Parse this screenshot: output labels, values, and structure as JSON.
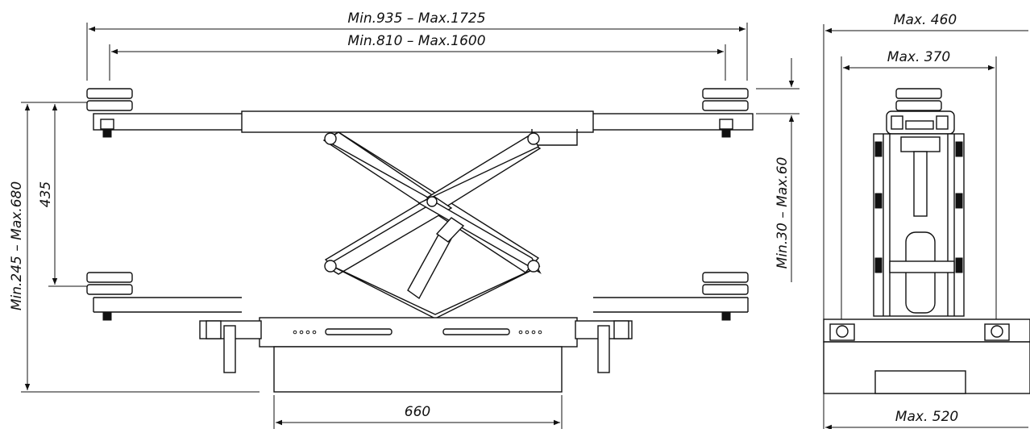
{
  "drawing": {
    "side_view": {
      "outer_width": "Min.935  –  Max.1725",
      "inner_width": "Min.810  –  Max.1600",
      "pad_height": "435",
      "total_height": "Min.245  –  Max.680",
      "base_width": "660",
      "pad_offset": "Min.30  –  Max.60"
    },
    "end_view": {
      "top_outer": "Max.  460",
      "top_inner": "Max.  370",
      "base_width": "Max.  520"
    }
  }
}
